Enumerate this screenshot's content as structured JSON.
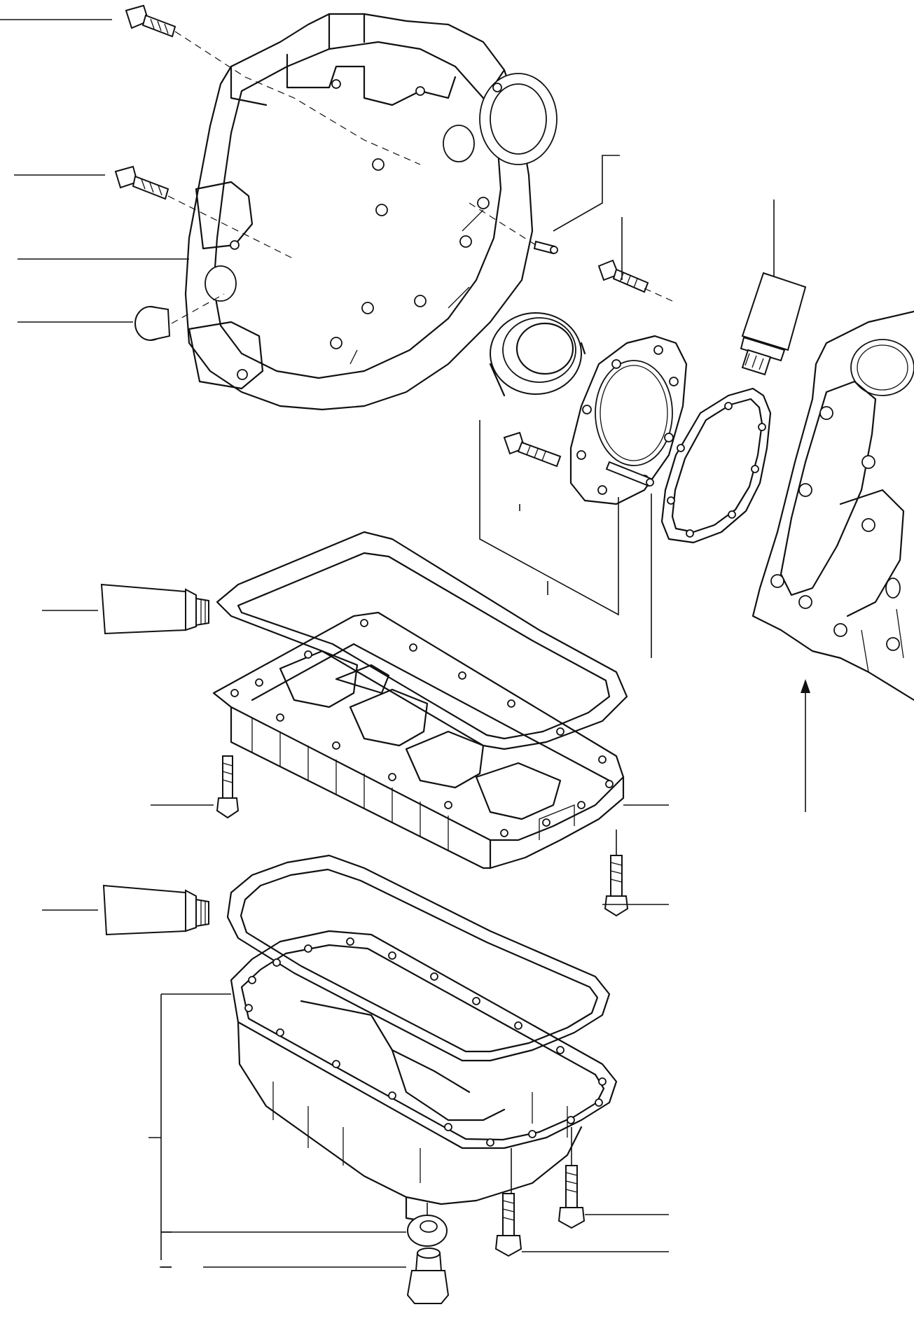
{
  "diagram": {
    "kind": "exploded-view",
    "line_color": "#111111",
    "background": "#ffffff",
    "parts": [
      "flywheel-housing",
      "housing-bolt",
      "housing-plug",
      "dowel-pin",
      "rear-oil-seal",
      "rear-seal-housing",
      "seal-housing-gasket",
      "seal-housing-bolt",
      "sealant-tube",
      "cylinder-block",
      "oil-pan-spacer",
      "spacer-gasket",
      "spacer-bolt",
      "oil-pan-gasket",
      "oil-pan",
      "oil-pan-bolt",
      "drain-plug",
      "drain-plug-washer"
    ]
  }
}
